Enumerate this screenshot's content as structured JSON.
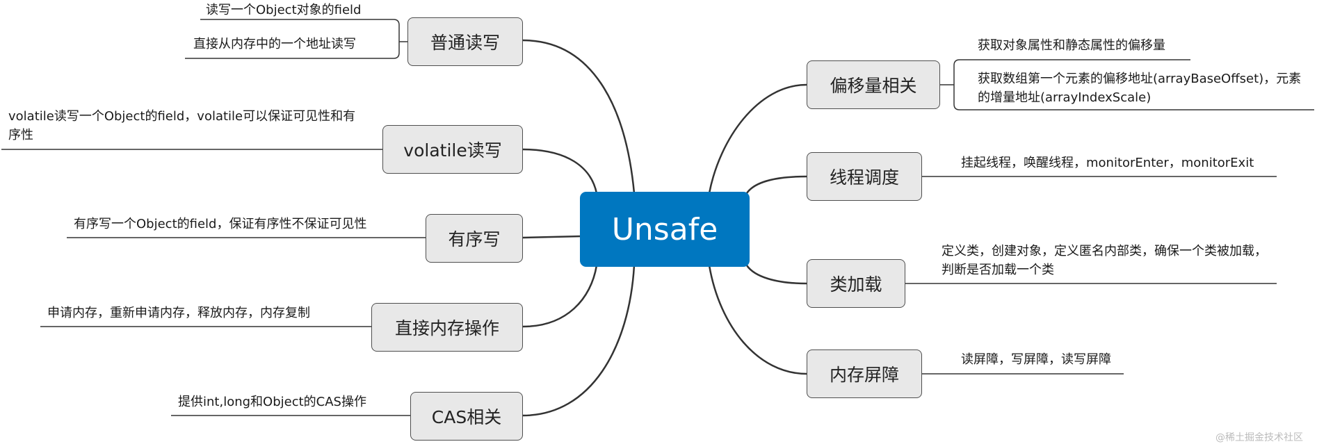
{
  "root": {
    "label": "Unsafe"
  },
  "colors": {
    "root_fill": "#0077c0",
    "node_fill": "#e8e8e8",
    "line": "#333333"
  },
  "left_branches": [
    {
      "label": "普通读写",
      "leaves": [
        "读写一个Object对象的field",
        "直接从内存中的一个地址读写"
      ]
    },
    {
      "label": "volatile读写",
      "leaves": [
        "volatile读写一个Object的field，volatile可以保证可见性和有序性"
      ]
    },
    {
      "label": "有序写",
      "leaves": [
        "有序写一个Object的field，保证有序性不保证可见性"
      ]
    },
    {
      "label": "直接内存操作",
      "leaves": [
        "申请内存，重新申请内存，释放内存，内存复制"
      ]
    },
    {
      "label": "CAS相关",
      "leaves": [
        "提供int,long和Object的CAS操作"
      ]
    }
  ],
  "right_branches": [
    {
      "label": "偏移量相关",
      "leaves": [
        "获取对象属性和静态属性的偏移量",
        "获取数组第一个元素的偏移地址(arrayBaseOffset)，元素的增量地址(arrayIndexScale)"
      ]
    },
    {
      "label": "线程调度",
      "leaves": [
        "挂起线程，唤醒线程，monitorEnter，monitorExit"
      ]
    },
    {
      "label": "类加载",
      "leaves": [
        "定义类，创建对象，定义匿名内部类，确保一个类被加载，判断是否加载一个类"
      ]
    },
    {
      "label": "内存屏障",
      "leaves": [
        "读屏障，写屏障，读写屏障"
      ]
    }
  ],
  "watermark": "@稀土掘金技术社区"
}
